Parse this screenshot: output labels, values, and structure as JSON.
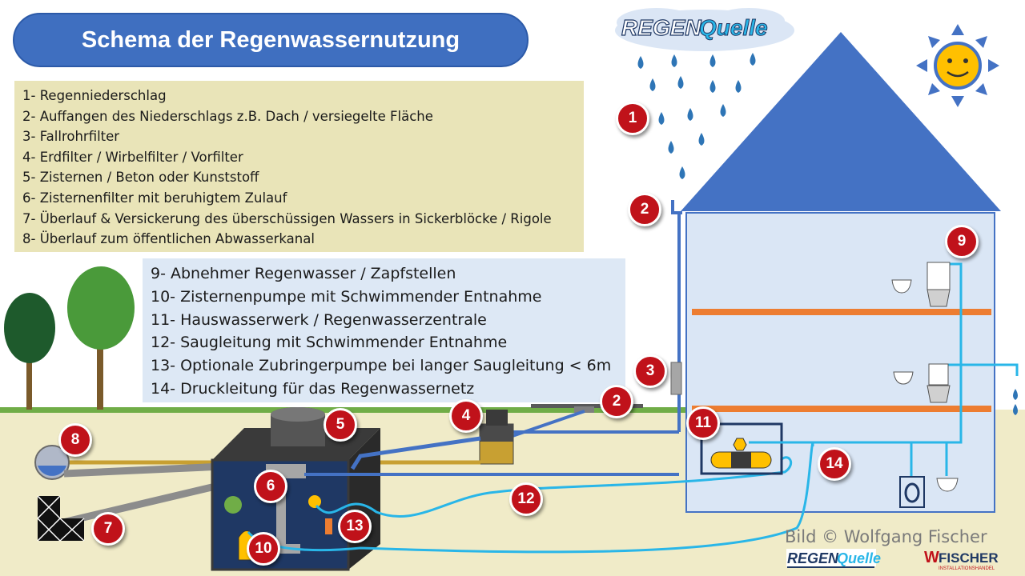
{
  "title": "Schema der Regenwassernutzung",
  "legend_outdoor": [
    {
      "label": "1- Regenniederschlag"
    },
    {
      "label": "2- Auffangen des Niederschlags z.B. Dach / versiegelte Fläche"
    },
    {
      "label": "3- Fallrohrfilter"
    },
    {
      "label": "4- Erdfilter / Wirbelfilter / Vorfilter"
    },
    {
      "label": "5- Zisternen / Beton oder Kunststoff"
    },
    {
      "label": "6- Zisternenfilter mit beruhigtem Zulauf"
    },
    {
      "label": "7- Überlauf & Versickerung des überschüssigen Wassers in Sickerblöcke / Rigole"
    },
    {
      "label": "8- Überlauf zum öffentlichen Abwasserkanal"
    }
  ],
  "legend_indoor": [
    {
      "label": "9- Abnehmer Regenwasser / Zapfstellen"
    },
    {
      "label": "10- Zisternenpumpe mit Schwimmender Entnahme"
    },
    {
      "label": "11- Hauswasserwerk / Regenwasserzentrale"
    },
    {
      "label": "12- Saugleitung mit Schwimmender Entnahme"
    },
    {
      "label": "13- Optionale Zubringerpumpe bei langer Saugleitung < 6m"
    },
    {
      "label": "14- Druckleitung für das Regenwassernetz"
    }
  ],
  "badges": [
    "1",
    "2",
    "2",
    "3",
    "4",
    "5",
    "6",
    "7",
    "8",
    "9",
    "10",
    "11",
    "12",
    "13",
    "14"
  ],
  "logo": {
    "word1": "REGEN",
    "word2": "Quelle"
  },
  "credit": "Bild © Wolfgang Fischer",
  "brand_logo": {
    "name": "FISCHER",
    "initial": "W",
    "subtitle": "INSTALLATIONSHANDEL"
  },
  "icons": [
    "sun-icon",
    "rain-drop-icon",
    "tree-icon",
    "toilet-icon",
    "sink-icon",
    "pump-icon"
  ],
  "colors": {
    "house_roof": "#4472c4",
    "house_wall": "#dae6f5",
    "floor_slab": "#ed7d31",
    "drain_pipe": "#4472c4",
    "pressure_pipe": "#29b6e8",
    "overflow_pipe": "#c8a032",
    "ground": "#f0ebc8",
    "grass": "#70ad47",
    "badge": "#c0121a"
  }
}
